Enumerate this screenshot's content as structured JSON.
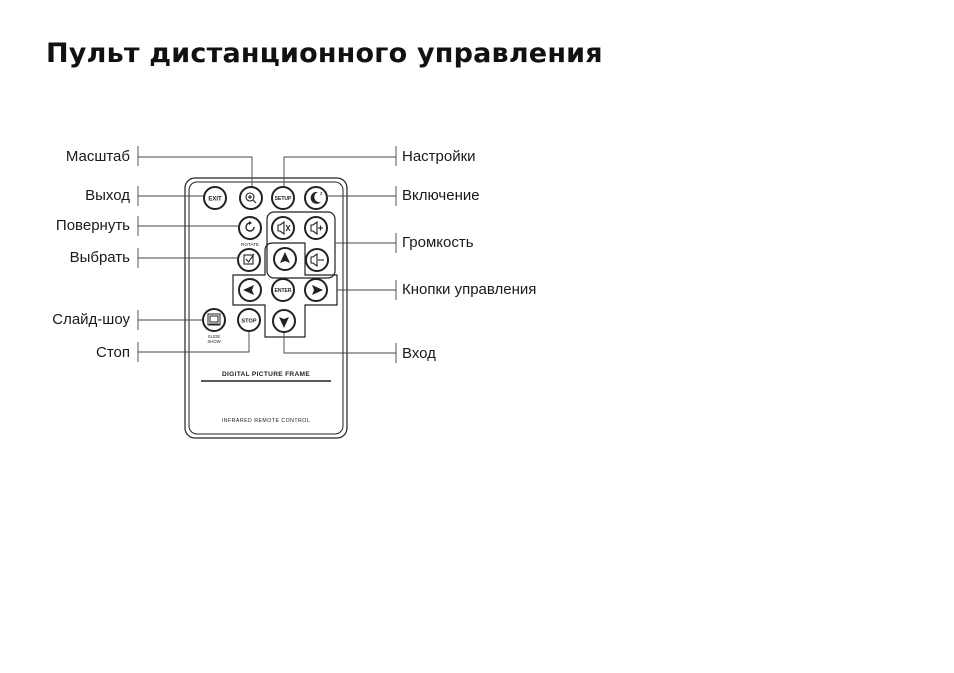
{
  "page": {
    "title": "Пульт дистанционного управления"
  },
  "labels": {
    "left": {
      "zoom": "Масштаб",
      "exit": "Выход",
      "rotate": "Повернуть",
      "select": "Выбрать",
      "slideshow": "Слайд-шоу",
      "stop": "Стоп"
    },
    "right": {
      "setup": "Настройки",
      "power": "Включение",
      "volume": "Громкость",
      "nav_buttons": "Кнопки управления",
      "enter": "Вход"
    }
  },
  "remote": {
    "buttons": {
      "exit": "EXIT",
      "setup": "SETUP",
      "enter": "ENTER",
      "stop": "STOP"
    },
    "captions": {
      "rotate": "ROTATE",
      "slide": "SLIDE",
      "show": "SHOW"
    },
    "brand": "DIGITAL PICTURE FRAME",
    "footer": "INFRARED REMOTE CONTROL"
  },
  "icons": {
    "zoom": "zoom-in-icon",
    "power": "power-moon-icon",
    "rotate": "rotate-icon",
    "mute": "mute-icon",
    "volume_up": "volume-up-icon",
    "select": "checkbox-icon",
    "volume_down": "volume-down-icon",
    "slideshow": "slideshow-icon",
    "arrows": [
      "arrow-up-icon",
      "arrow-left-icon",
      "arrow-right-icon",
      "arrow-down-icon"
    ]
  }
}
